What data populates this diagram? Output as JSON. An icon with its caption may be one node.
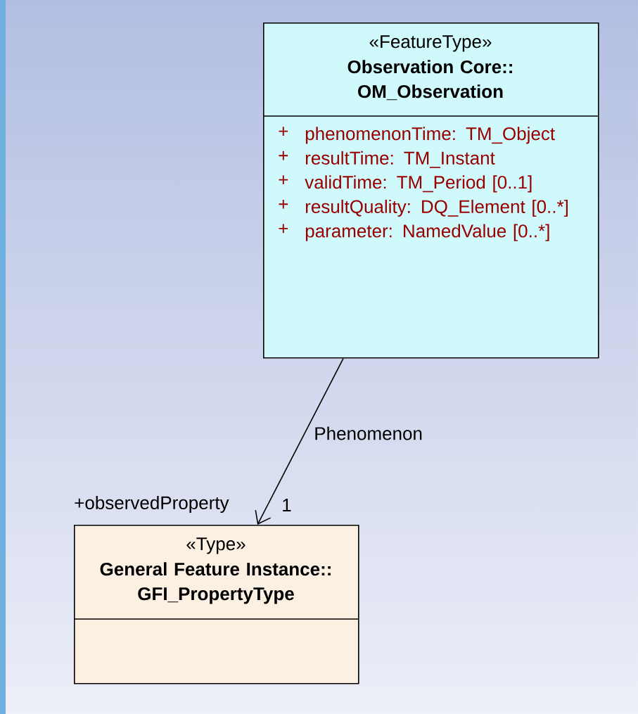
{
  "diagram": {
    "nodes": [
      {
        "text": [
          "«FeatureType»",
          "Observation Core:: OM_Observation",
          "+",
          "phenomenonTime: TM_Object",
          "+",
          "resultTime: TM_Instant",
          "+",
          "validTime: TM_Period [0..1]",
          "+",
          "resultQuality: DQ_Element [0..*]",
          "+",
          "parameter: NamedValue [0..*]"
        ]
      },
      {
        "text": [
          "«Type»",
          "General Feature Instance:: GFI_PropertyType"
        ],
        "beside": [
          "+observedProperty",
          "1"
        ]
      }
    ],
    "edges": [
      {
        "from": 0,
        "to": 1,
        "arrow": "to",
        "label": "Phenomenon"
      }
    ]
  }
}
